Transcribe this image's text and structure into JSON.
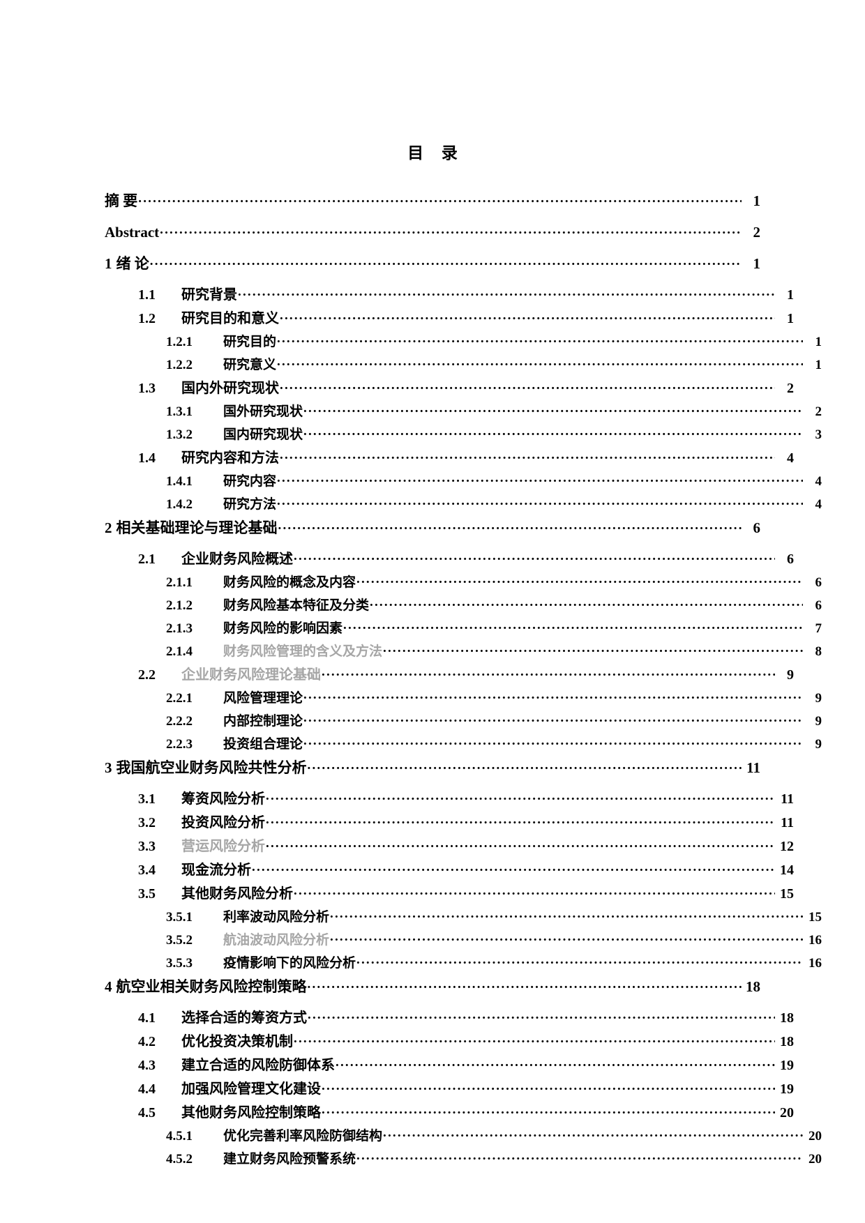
{
  "document": {
    "title": "目  录",
    "title_plain": "目录"
  },
  "toc": {
    "entries": [
      {
        "number": "",
        "label": "摘  要",
        "page": "1",
        "level": 0,
        "indent": 0,
        "gray": false
      },
      {
        "number": "",
        "label": "Abstract",
        "page": "2",
        "level": 0,
        "indent": 0,
        "gray": false
      },
      {
        "number": "1",
        "label": "绪  论",
        "page": "1",
        "level": 0,
        "indent": 0,
        "gray": false
      },
      {
        "number": "1.1",
        "label": "研究背景",
        "page": "1",
        "level": 1,
        "indent": 1,
        "gray": false
      },
      {
        "number": "1.2",
        "label": "研究目的和意义",
        "page": "1",
        "level": 1,
        "indent": 1,
        "gray": false
      },
      {
        "number": "1.2.1",
        "label": "研究目的",
        "page": "1",
        "level": 2,
        "indent": 2,
        "gray": false
      },
      {
        "number": "1.2.2",
        "label": "研究意义",
        "page": "1",
        "level": 2,
        "indent": 2,
        "gray": false
      },
      {
        "number": "1.3",
        "label": "国内外研究现状",
        "page": "2",
        "level": 1,
        "indent": 1,
        "gray": false
      },
      {
        "number": "1.3.1",
        "label": "国外研究现状",
        "page": "2",
        "level": 2,
        "indent": 2,
        "gray": false
      },
      {
        "number": "1.3.2",
        "label": "国内研究现状",
        "page": "3",
        "level": 2,
        "indent": 2,
        "gray": false
      },
      {
        "number": "1.4",
        "label": "研究内容和方法",
        "page": "4",
        "level": 1,
        "indent": 1,
        "gray": false
      },
      {
        "number": "1.4.1",
        "label": "研究内容",
        "page": "4",
        "level": 2,
        "indent": 2,
        "gray": false
      },
      {
        "number": "1.4.2",
        "label": "研究方法",
        "page": "4",
        "level": 2,
        "indent": 2,
        "gray": false
      },
      {
        "number": "2",
        "label": "相关基础理论与理论基础",
        "page": "6",
        "level": 0,
        "indent": 0,
        "gray": false
      },
      {
        "number": "2.1",
        "label": "企业财务风险概述",
        "page": "6",
        "level": 1,
        "indent": 1,
        "gray": false
      },
      {
        "number": "2.1.1",
        "label": "财务风险的概念及内容",
        "page": "6",
        "level": 2,
        "indent": 2,
        "gray": false
      },
      {
        "number": "2.1.2",
        "label": "财务风险基本特征及分类",
        "page": "6",
        "level": 2,
        "indent": 2,
        "gray": false
      },
      {
        "number": "2.1.3",
        "label": "财务风险的影响因素",
        "page": "7",
        "level": 2,
        "indent": 2,
        "gray": false
      },
      {
        "number": "2.1.4",
        "label": "财务风险管理的含义及方法",
        "page": "8",
        "level": 2,
        "indent": 2,
        "gray": true
      },
      {
        "number": "2.2",
        "label": "企业财务风险理论基础",
        "page": "9",
        "level": 1,
        "indent": 1,
        "gray": true
      },
      {
        "number": "2.2.1",
        "label": "风险管理理论",
        "page": "9",
        "level": 2,
        "indent": 2,
        "gray": false
      },
      {
        "number": "2.2.2",
        "label": "内部控制理论",
        "page": "9",
        "level": 2,
        "indent": 2,
        "gray": false
      },
      {
        "number": "2.2.3",
        "label": "投资组合理论",
        "page": "9",
        "level": 2,
        "indent": 2,
        "gray": false
      },
      {
        "number": "3",
        "label": "我国航空业财务风险共性分析",
        "page": "11",
        "level": 0,
        "indent": 0,
        "gray": false
      },
      {
        "number": "3.1",
        "label": "筹资风险分析",
        "page": "11",
        "level": 1,
        "indent": 1,
        "gray": false
      },
      {
        "number": "3.2",
        "label": "投资风险分析",
        "page": "11",
        "level": 1,
        "indent": 1,
        "gray": false
      },
      {
        "number": "3.3",
        "label": "营运风险分析",
        "page": "12",
        "level": 1,
        "indent": 1,
        "gray": true
      },
      {
        "number": "3.4",
        "label": "现金流分析",
        "page": "14",
        "level": 1,
        "indent": 1,
        "gray": false
      },
      {
        "number": "3.5",
        "label": "其他财务风险分析",
        "page": "15",
        "level": 1,
        "indent": 1,
        "gray": false
      },
      {
        "number": "3.5.1",
        "label": "利率波动风险分析",
        "page": "15",
        "level": 2,
        "indent": 2,
        "gray": false
      },
      {
        "number": "3.5.2",
        "label": "航油波动风险分析",
        "page": "16",
        "level": 2,
        "indent": 2,
        "gray": true
      },
      {
        "number": "3.5.3",
        "label": "疫情影响下的风险分析",
        "page": "16",
        "level": 2,
        "indent": 2,
        "gray": false
      },
      {
        "number": "4",
        "label": "航空业相关财务风险控制策略",
        "page": "18",
        "level": 0,
        "indent": 0,
        "gray": false
      },
      {
        "number": "4.1",
        "label": "选择合适的筹资方式",
        "page": "18",
        "level": 1,
        "indent": 1,
        "gray": false
      },
      {
        "number": "4.2",
        "label": "优化投资决策机制",
        "page": "18",
        "level": 1,
        "indent": 1,
        "gray": false
      },
      {
        "number": "4.3",
        "label": "建立合适的风险防御体系",
        "page": "19",
        "level": 1,
        "indent": 1,
        "gray": false
      },
      {
        "number": "4.4",
        "label": "加强风险管理文化建设",
        "page": "19",
        "level": 1,
        "indent": 1,
        "gray": false
      },
      {
        "number": "4.5",
        "label": "其他财务风险控制策略",
        "page": "20",
        "level": 1,
        "indent": 1,
        "gray": false
      },
      {
        "number": "4.5.1",
        "label": "优化完善利率风险防御结构",
        "page": "20",
        "level": 2,
        "indent": 2,
        "gray": false
      },
      {
        "number": "4.5.2",
        "label": "建立财务风险预警系统",
        "page": "20",
        "level": 2,
        "indent": 2,
        "gray": false
      }
    ]
  }
}
